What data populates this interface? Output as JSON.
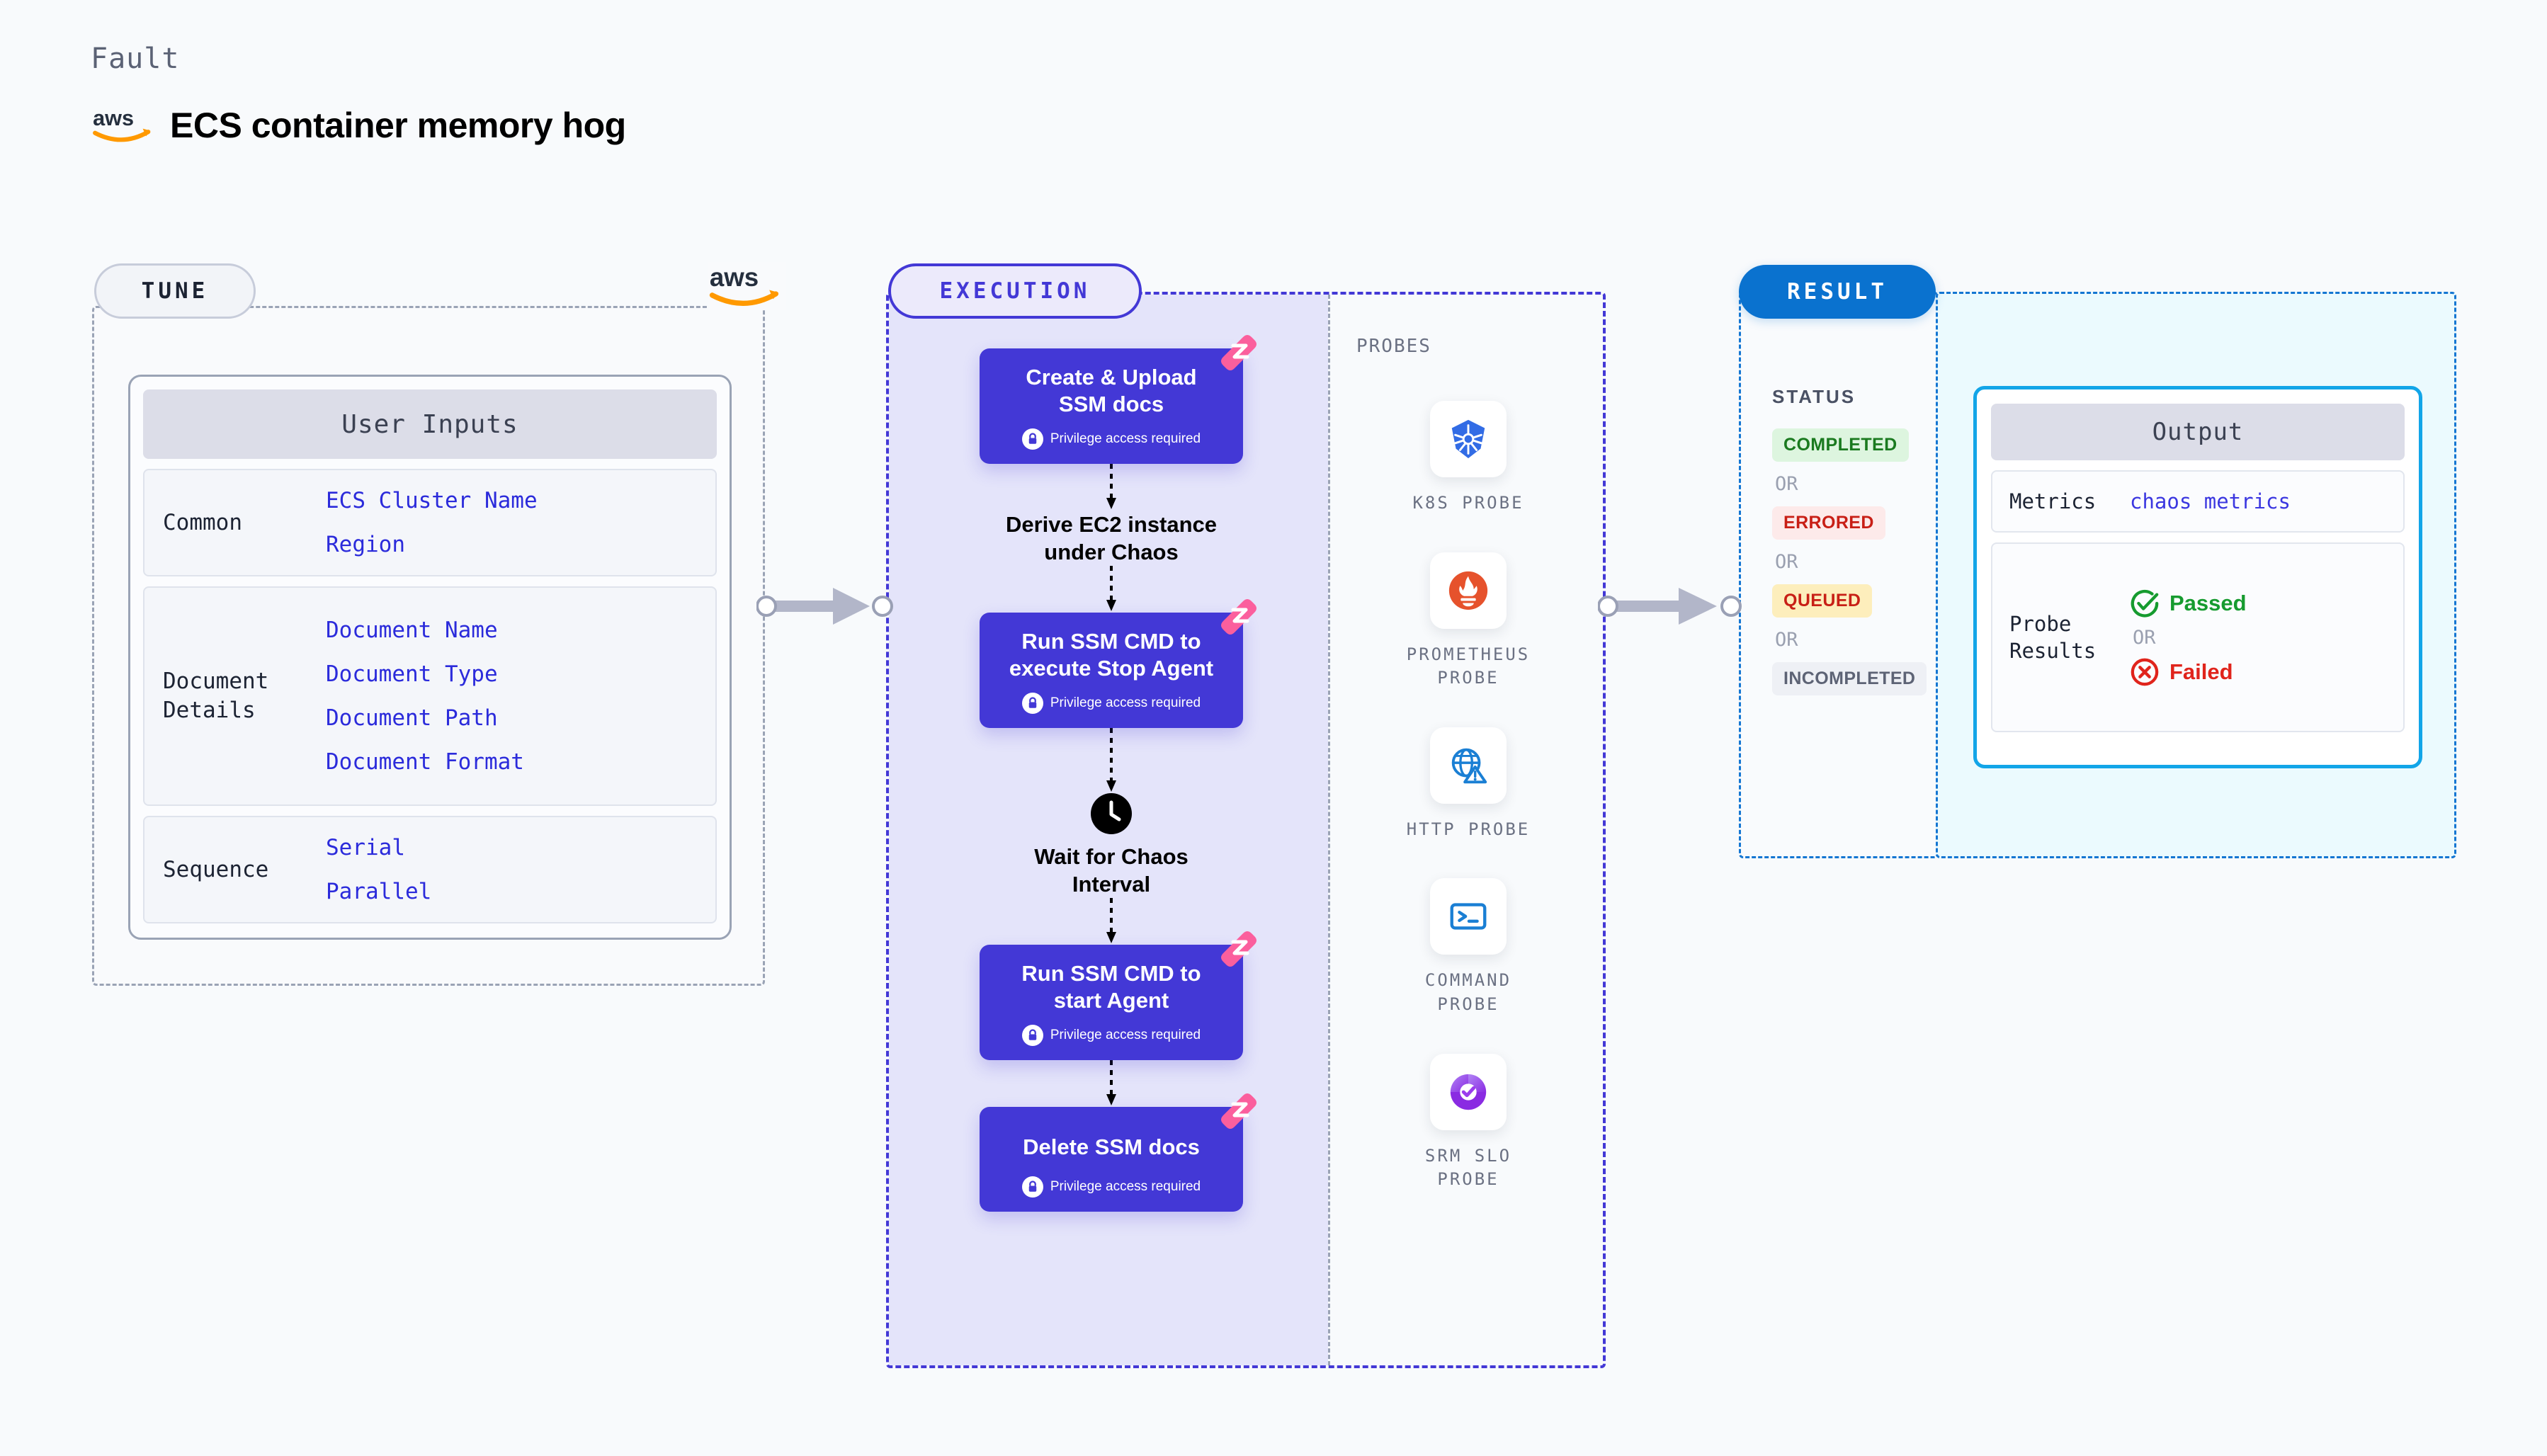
{
  "header": {
    "kicker": "Fault",
    "title": "ECS container memory hog",
    "logo_icon": "aws-logo"
  },
  "tune": {
    "tag": "TUNE",
    "logo_icon": "aws-logo",
    "card_title": "User Inputs",
    "groups": [
      {
        "label": "Common",
        "values": [
          "ECS Cluster Name",
          "Region"
        ]
      },
      {
        "label": "Document\nDetails",
        "values": [
          "Document Name",
          "Document Type",
          "Document Path",
          "Document Format"
        ]
      },
      {
        "label": "Sequence",
        "values": [
          "Serial",
          "Parallel"
        ]
      }
    ]
  },
  "execution": {
    "tag": "EXECUTION",
    "privilege_text": "Privilege access required",
    "steps": [
      {
        "type": "node",
        "title": "Create & Upload\nSSM docs",
        "privileged": true,
        "ribbon": true
      },
      {
        "type": "plain",
        "title": "Derive EC2 instance\nunder Chaos",
        "icon": null
      },
      {
        "type": "node",
        "title": "Run SSM CMD to\nexecute Stop Agent",
        "privileged": true,
        "ribbon": true
      },
      {
        "type": "plain",
        "title": "Wait for Chaos\nInterval",
        "icon": "clock-icon"
      },
      {
        "type": "node",
        "title": "Run SSM CMD to\nstart Agent",
        "privileged": true,
        "ribbon": true
      },
      {
        "type": "node",
        "title": "Delete SSM docs",
        "privileged": true,
        "ribbon": true
      }
    ],
    "probes_label": "PROBES",
    "probes": [
      {
        "label": "K8S PROBE",
        "icon": "kubernetes-icon"
      },
      {
        "label": "PROMETHEUS\nPROBE",
        "icon": "prometheus-icon"
      },
      {
        "label": "HTTP PROBE",
        "icon": "http-globe-icon"
      },
      {
        "label": "COMMAND\nPROBE",
        "icon": "terminal-icon"
      },
      {
        "label": "SRM SLO\nPROBE",
        "icon": "srm-slo-icon"
      }
    ]
  },
  "result": {
    "tag": "RESULT",
    "status_label": "STATUS",
    "or_text": "OR",
    "statuses": [
      {
        "label": "COMPLETED",
        "bg": "#ddf5df",
        "color": "#1a7a1f"
      },
      {
        "label": "ERRORED",
        "bg": "#fdeaea",
        "color": "#c81f16"
      },
      {
        "label": "QUEUED",
        "bg": "#fdeebc",
        "color": "#c81f16"
      },
      {
        "label": "INCOMPLETED",
        "bg": "#eef0f5",
        "color": "#5d6375"
      }
    ],
    "output": {
      "card_title": "Output",
      "metrics_label": "Metrics",
      "metrics_value": "chaos metrics",
      "probe_results_label": "Probe\nResults",
      "passed_label": "Passed",
      "failed_label": "Failed",
      "or_text": "OR"
    }
  },
  "colors": {
    "accent_purple": "#4338d6",
    "accent_blue": "#0a72cf",
    "ribbon_pink": "#fb5f9d",
    "link_blue": "#2b2bdb",
    "canvas": "#f8fafc"
  }
}
